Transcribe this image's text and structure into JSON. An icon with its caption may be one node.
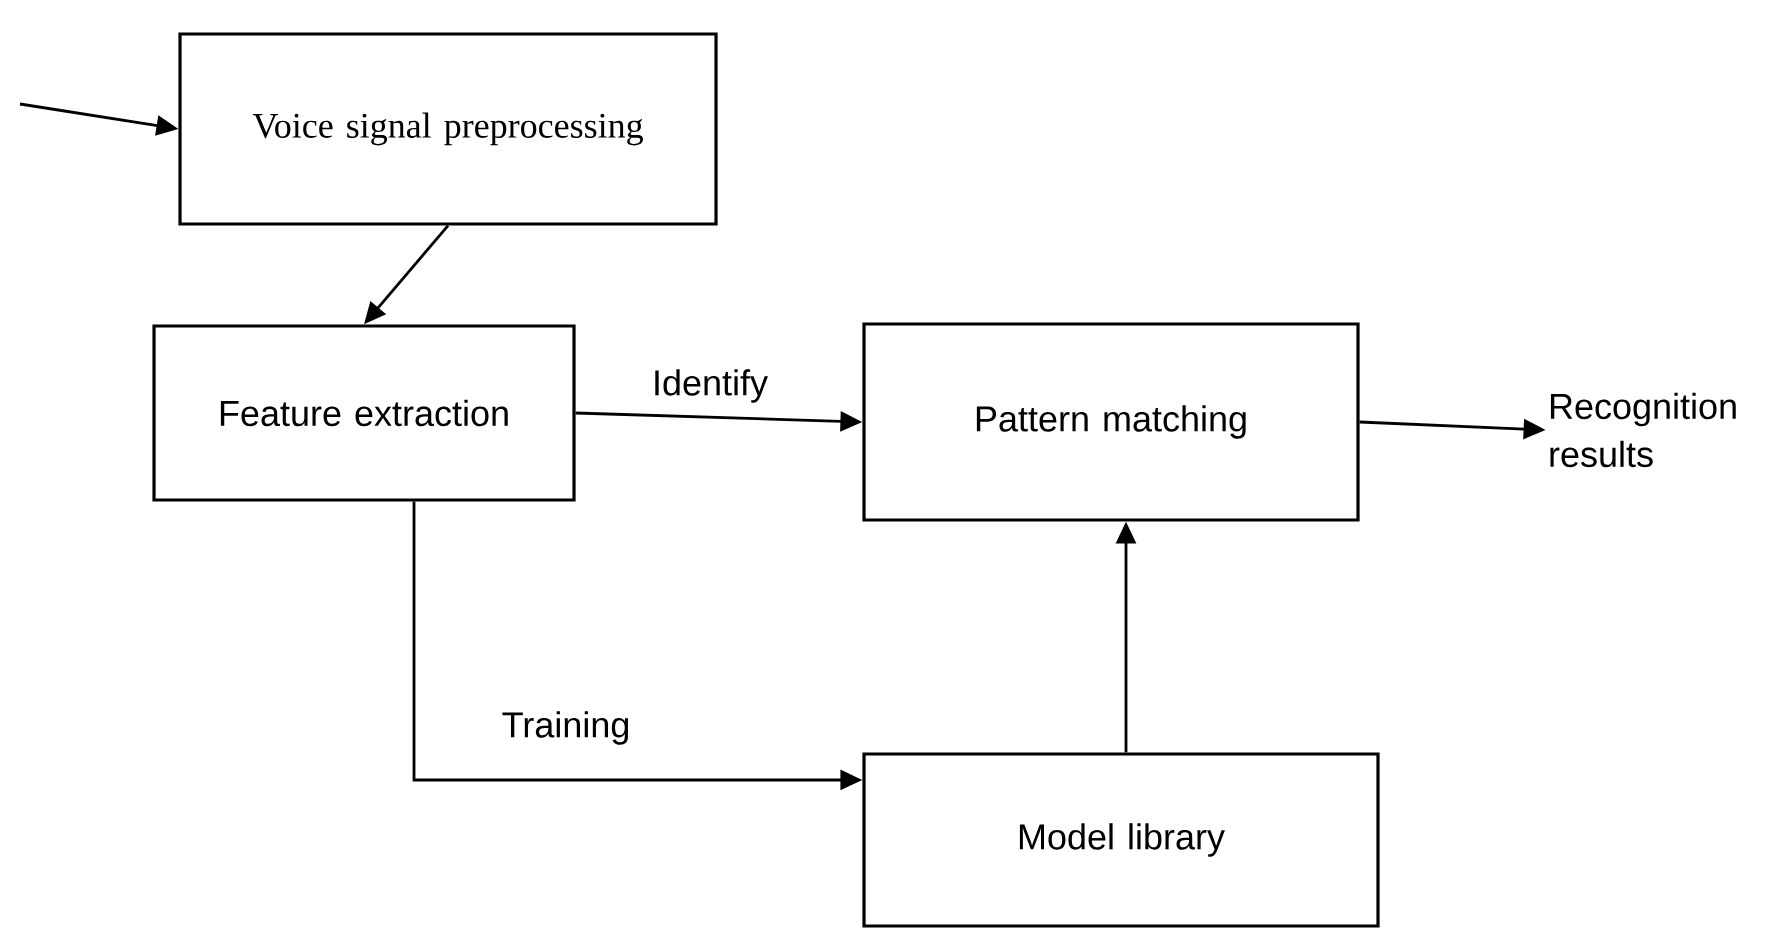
{
  "diagram": {
    "nodes": [
      {
        "text": [
          "Voice signal preprocessing"
        ]
      },
      {
        "text": [
          "Feature extraction"
        ]
      },
      {
        "text": [
          "Pattern matching"
        ]
      },
      {
        "text": [
          "Model library"
        ]
      },
      {
        "text": [
          "Recognition results"
        ]
      }
    ],
    "edges": [
      {
        "from": null,
        "to": 0,
        "arrow": "to"
      },
      {
        "from": 0,
        "to": 1,
        "arrow": "to"
      },
      {
        "from": 1,
        "to": 2,
        "arrow": "to",
        "label": "Identify"
      },
      {
        "from": 2,
        "to": 4,
        "arrow": "to"
      },
      {
        "from": 1,
        "to": 3,
        "arrow": "to",
        "label": "Training"
      },
      {
        "from": 3,
        "to": 2,
        "arrow": "to"
      }
    ]
  }
}
